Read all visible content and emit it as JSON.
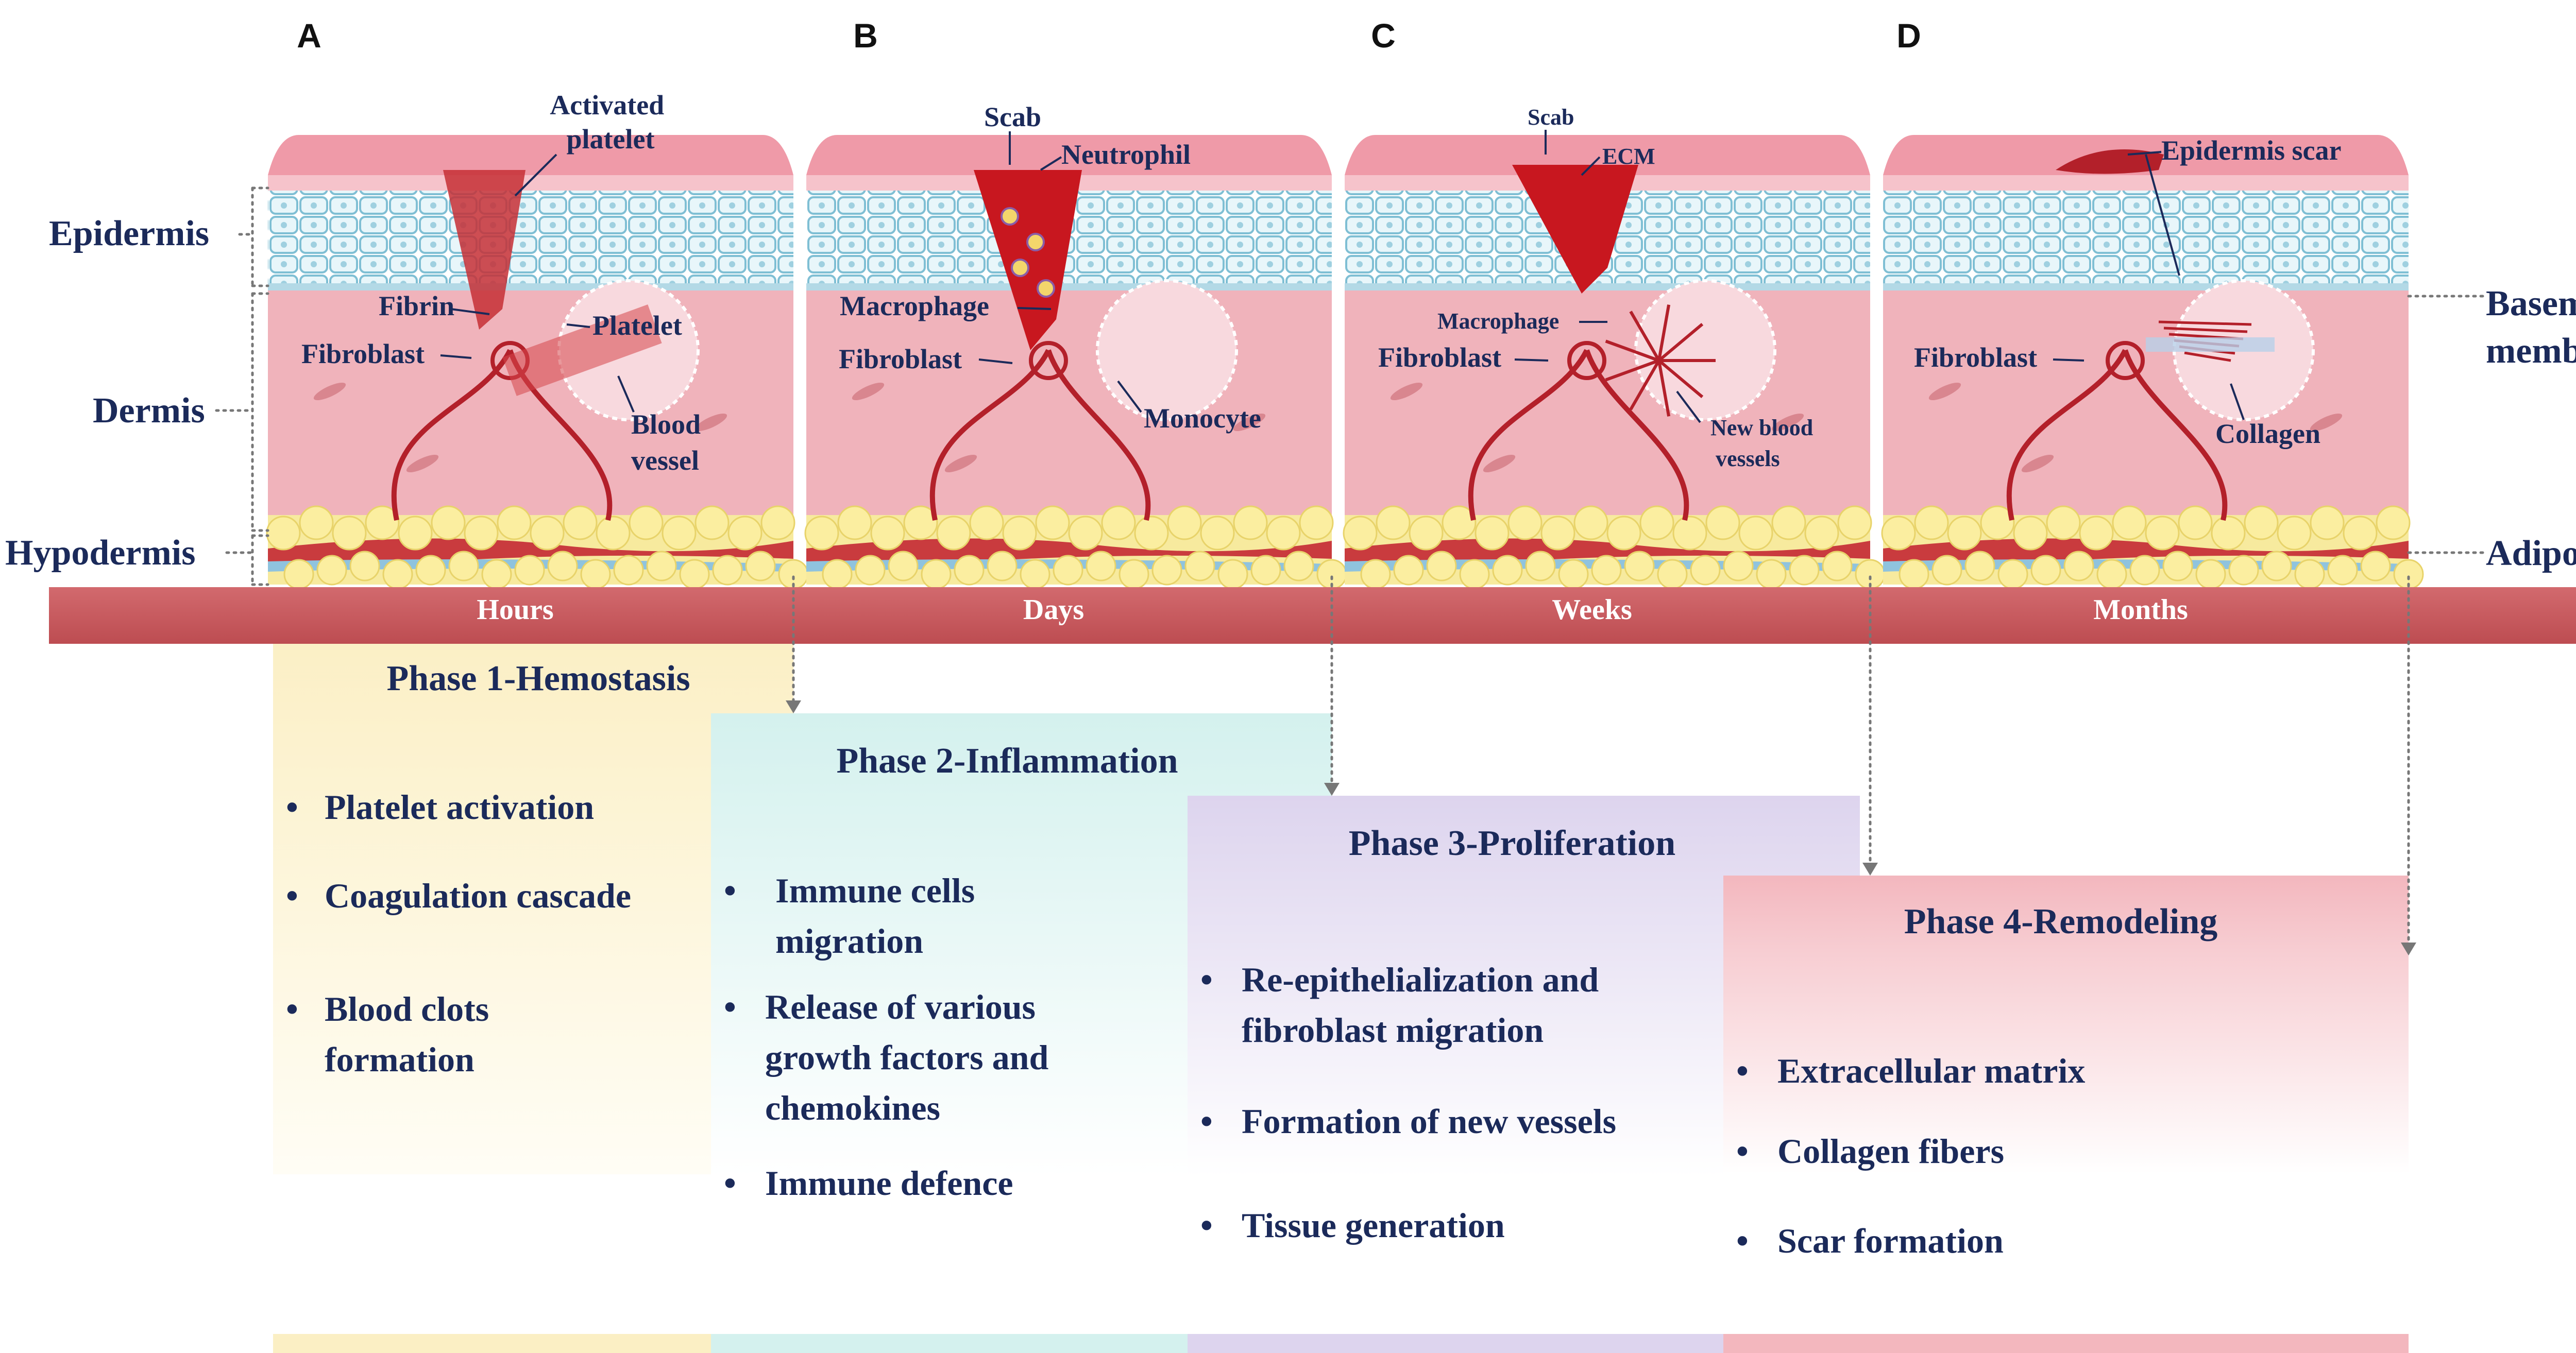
{
  "panels": [
    {
      "letter": "A",
      "time": "Hours",
      "labels": {
        "activated_platelet": [
          "Activated",
          "platelet"
        ],
        "fibrin": "Fibrin",
        "platelet": "Platelet",
        "fibroblast": "Fibroblast",
        "blood_vessel": [
          "Blood",
          "vessel"
        ]
      }
    },
    {
      "letter": "B",
      "time": "Days",
      "labels": {
        "scab": "Scab",
        "neutrophil": "Neutrophil",
        "macrophage": "Macrophage",
        "fibroblast": "Fibroblast",
        "monocyte": "Monocyte"
      }
    },
    {
      "letter": "C",
      "time": "Weeks",
      "labels": {
        "scab": "Scab",
        "ecm": "ECM",
        "macrophage": "Macrophage",
        "fibroblast": "Fibroblast",
        "new_blood_vessels": [
          "New blood",
          "vessels"
        ]
      }
    },
    {
      "letter": "D",
      "time": "Months",
      "labels": {
        "epidermis_scar": "Epidermis scar",
        "fibroblast": "Fibroblast",
        "collagen": "Collagen"
      }
    }
  ],
  "layers": {
    "epidermis": "Epidermis",
    "dermis": "Dermis",
    "hypodermis": "Hypodermis"
  },
  "right_labels": {
    "basement_membrane": [
      "Basement",
      "membrane"
    ],
    "adipocyte": "Adipocyte"
  },
  "phases": [
    {
      "title": "Phase 1-Hemostasis",
      "color": "#fbefc4",
      "bullets": [
        [
          "Platelet activation"
        ],
        [
          "Coagulation cascade"
        ],
        [
          "Blood clots",
          "formation"
        ]
      ]
    },
    {
      "title": "Phase 2-Inflammation",
      "color": "#d4f1ee",
      "bullets": [
        [
          "Immune cells",
          "migration"
        ],
        [
          "Release of various",
          "growth factors and",
          "chemokines"
        ],
        [
          "Immune defence"
        ]
      ]
    },
    {
      "title": "Phase 3-Proliferation",
      "color": "#ddd4ee",
      "bullets": [
        [
          "Re-epithelialization and",
          "fibroblast  migration"
        ],
        [
          "Formation of new vessels"
        ],
        [
          "Tissue generation"
        ]
      ]
    },
    {
      "title": "Phase 4-Remodeling",
      "color": "#f3b7be",
      "bullets": [
        [
          "Extracellular matrix"
        ],
        [
          "Collagen fibers"
        ],
        [
          "Scar formation"
        ]
      ]
    }
  ],
  "colors": {
    "arrow": "#c8595d",
    "epidermis": "#bfe3ee",
    "dermis": "#f0b3bb",
    "skin_top": "#ef9aa8",
    "fat": "#f7ea9e",
    "vessel": "#b3202a",
    "text": "#1b2a5a"
  }
}
